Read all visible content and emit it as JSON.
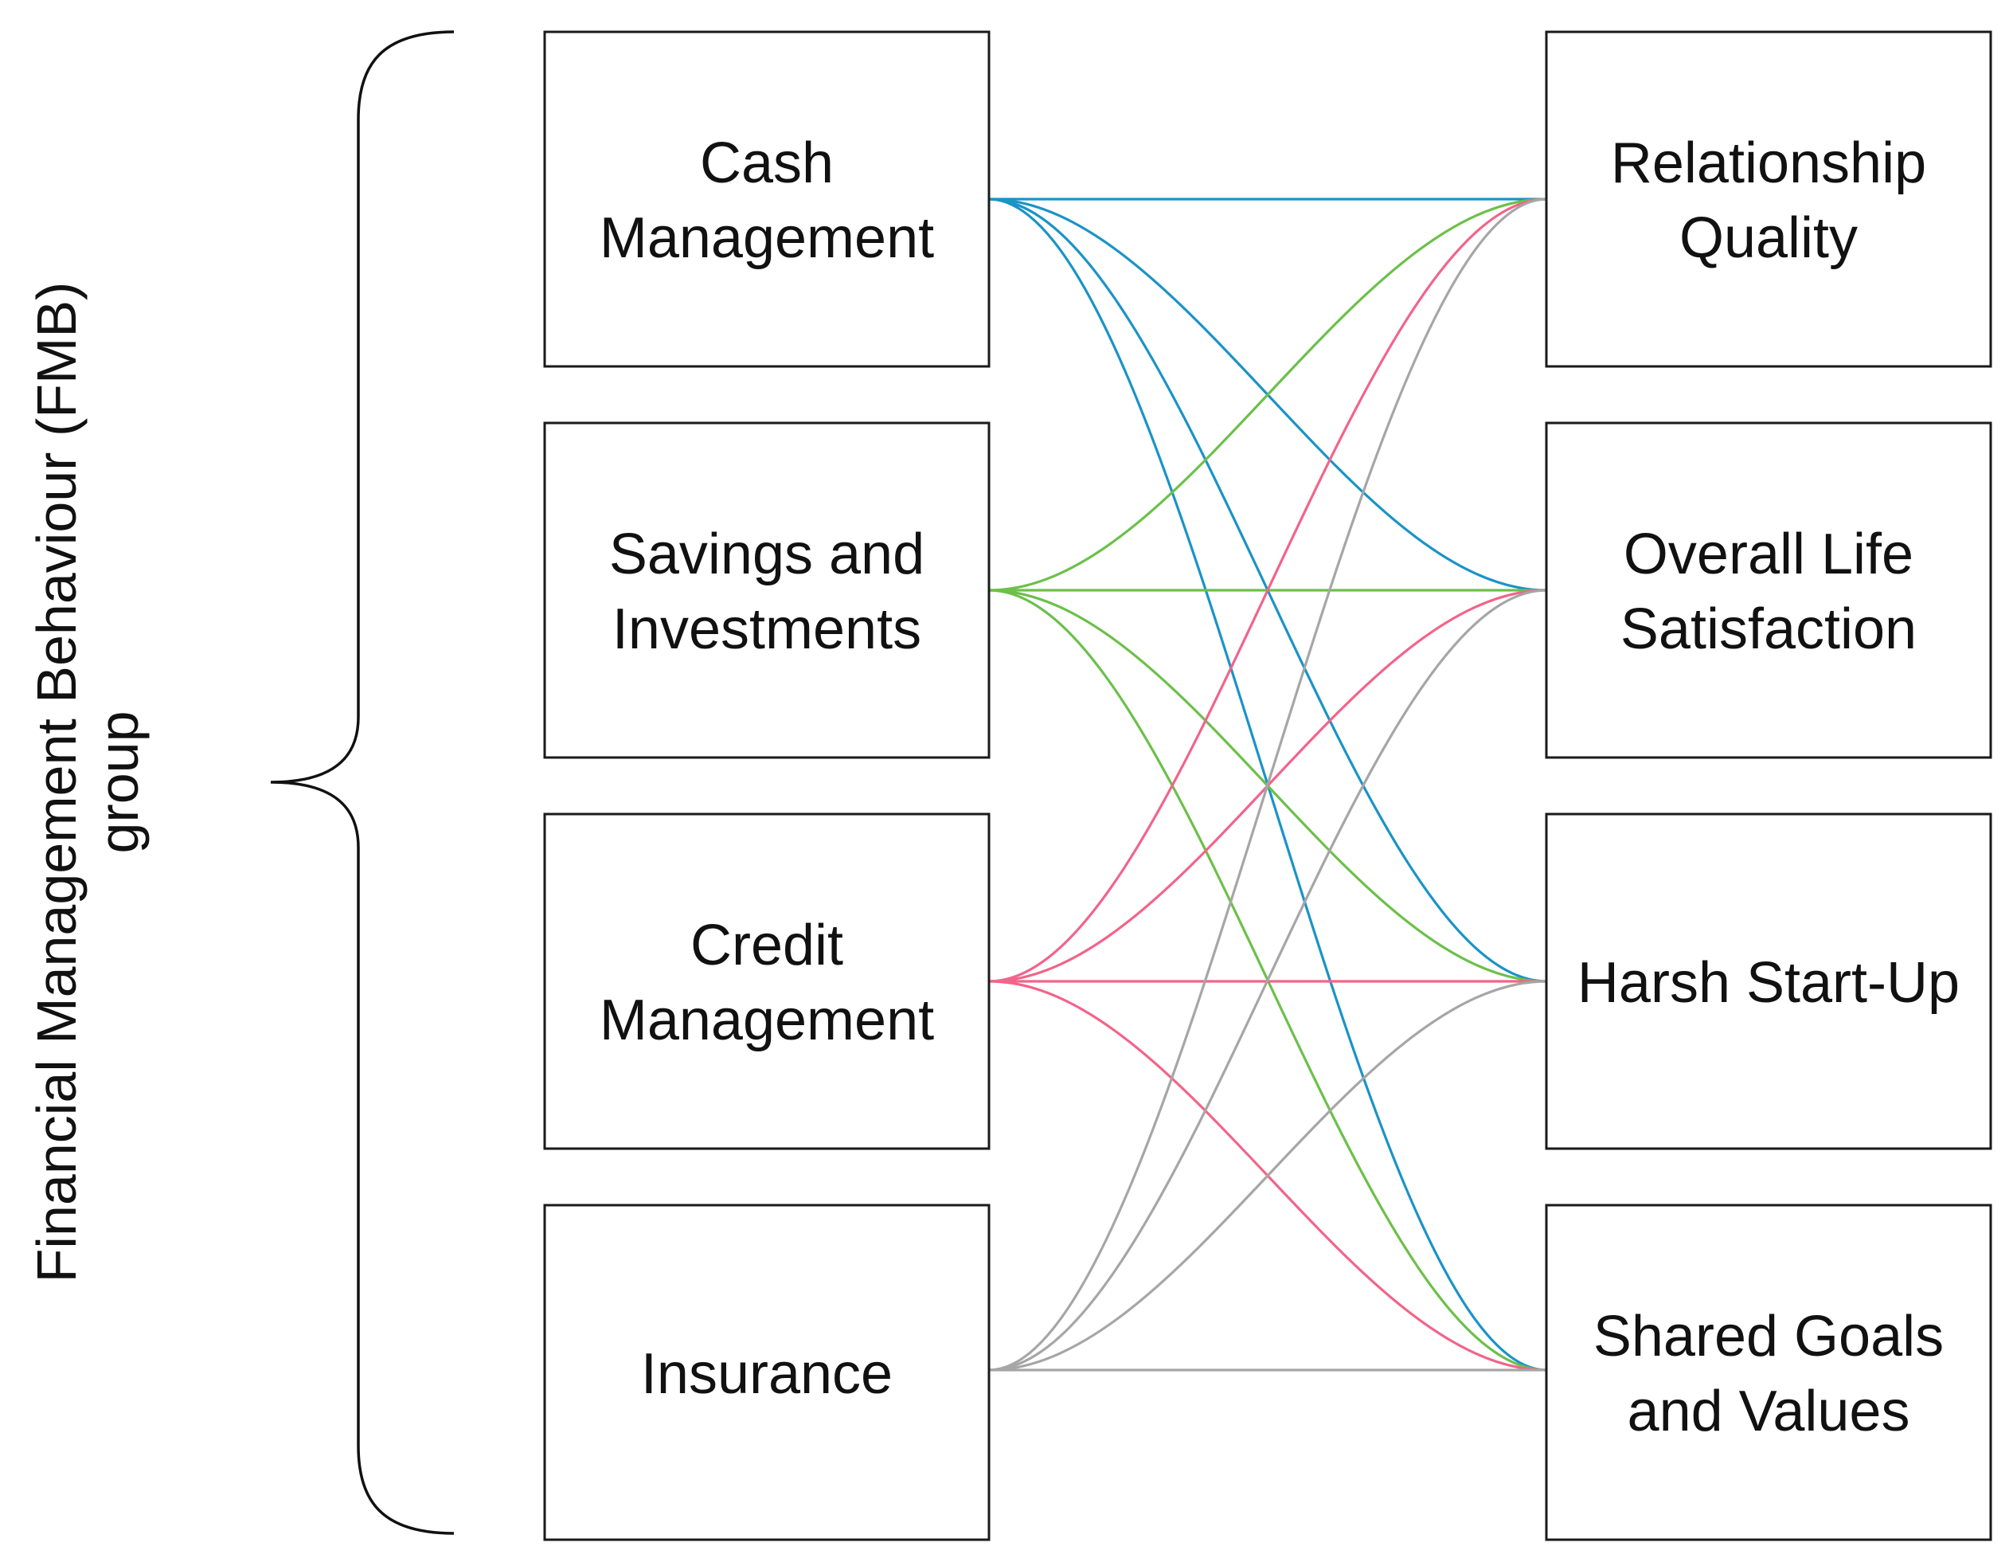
{
  "group": {
    "label_line1": "Financial Management Behaviour (FMB)",
    "label_line2": "group"
  },
  "left_nodes": [
    {
      "id": "cash",
      "lines": [
        "Cash",
        "Management"
      ],
      "color": "#1a93c7"
    },
    {
      "id": "savings",
      "lines": [
        "Savings and",
        "Investments"
      ],
      "color": "#6cc04a"
    },
    {
      "id": "credit",
      "lines": [
        "Credit",
        "Management"
      ],
      "color": "#f2648a"
    },
    {
      "id": "insurance",
      "lines": [
        "Insurance"
      ],
      "color": "#a6a6a6"
    }
  ],
  "right_nodes": [
    {
      "id": "rq",
      "lines": [
        "Relationship",
        "Quality"
      ]
    },
    {
      "id": "ols",
      "lines": [
        "Overall Life",
        "Satisfaction"
      ]
    },
    {
      "id": "hsu",
      "lines": [
        "Harsh Start-Up"
      ]
    },
    {
      "id": "sgv",
      "lines": [
        "Shared Goals",
        "and Values"
      ]
    }
  ]
}
